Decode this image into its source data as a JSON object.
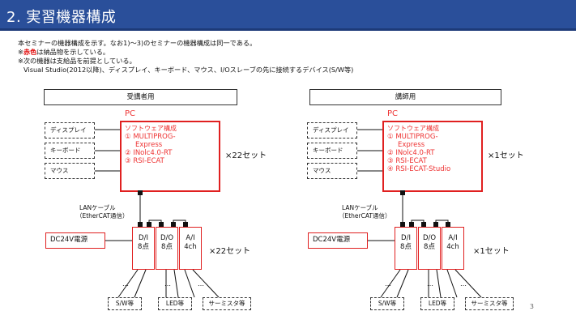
{
  "title": "2. 実習機器構成",
  "intro": {
    "line1": "本セミナーの機器構成を示す。なお1)～3)のセミナーの機器構成は同一である。",
    "line2_prefix": "※",
    "line2_red": "赤色",
    "line2_suffix": "は納品物を示している。",
    "line3": "※次の機器は支給品を前提としている。",
    "line4": "Visual Studio(2012以降)、ディスプレイ、キーボード、マウス、I/Oスレーブの先に接続するデバイス(S/W等)"
  },
  "left": {
    "header": "受講者用",
    "pc_label": "PC",
    "software_title": "ソフトウェア構成",
    "software_items": [
      "① MULTIPROG-",
      "Express",
      "② INolc4.0-RT",
      "③ RSI-ECAT"
    ],
    "devices": [
      "ディスプレイ",
      "キーボード",
      "マウス"
    ],
    "pc_count": "×22セット",
    "lan_label_1": "LANケーブル",
    "lan_label_2": "（EtherCAT通信）",
    "dc_power": "DC24V電源",
    "modules": [
      {
        "line1": "D/I",
        "line2": "8点"
      },
      {
        "line1": "D/O",
        "line2": "8点"
      },
      {
        "line1": "A/I",
        "line2": "4ch"
      }
    ],
    "module_count": "×22セット",
    "bottom_devices": [
      "S/W等",
      "LED等",
      "サーミスタ等"
    ],
    "ellipsis": "…"
  },
  "right": {
    "header": "講師用",
    "pc_label": "PC",
    "software_title": "ソフトウェア構成",
    "software_items": [
      "① MULTIPROG-",
      "Express",
      "② INolc4.0-RT",
      "③ RSI-ECAT",
      "④ RSI-ECAT-Studio"
    ],
    "devices": [
      "ディスプレイ",
      "キーボード",
      "マウス"
    ],
    "pc_count": "×1セット",
    "lan_label_1": "LANケーブル",
    "lan_label_2": "（EtherCAT通信）",
    "dc_power": "DC24V電源",
    "modules": [
      {
        "line1": "D/I",
        "line2": "8点"
      },
      {
        "line1": "D/O",
        "line2": "8点"
      },
      {
        "line1": "A/I",
        "line2": "4ch"
      }
    ],
    "module_count": "×1セット",
    "bottom_devices": [
      "S/W等",
      "LED等",
      "サーミスタ等"
    ],
    "ellipsis": "…"
  },
  "page_number": "3",
  "colors": {
    "title_bar": "#2a4f9a",
    "accent_red": "#e02020"
  }
}
